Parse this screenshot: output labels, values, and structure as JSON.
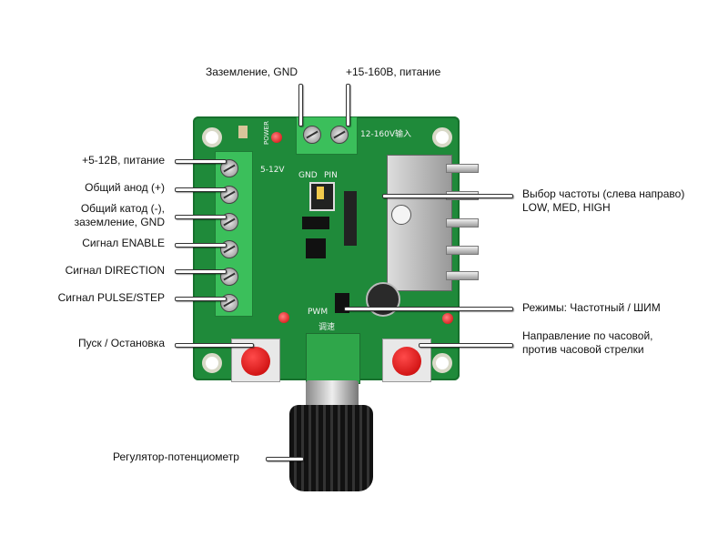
{
  "top_labels": {
    "gnd": "Заземление, GND",
    "power_high": "+15-160В, питание"
  },
  "left_labels": [
    "+5-12В, питание",
    "Общий анод (+)",
    "Общий катод (-),",
    "заземление, GND",
    "Сигнал ENABLE",
    "Сигнал DIRECTION",
    "Сигнал PULSE/STEP",
    "Пуск / Остановка"
  ],
  "right_labels": {
    "freq_line1": "Выбор частоты (слева направо)",
    "freq_line2": "LOW, MED, HIGH",
    "modes": "Режимы: Частотный / ШИМ",
    "direction_line1": "Направление по часовой,",
    "direction_line2": "против часовой стрелки"
  },
  "bottom_labels": {
    "pot": "Регулятор-потенциометр"
  },
  "board_silkscreen": {
    "hv_input": "12-160V输入",
    "lv_input": "5-12V",
    "gnd": "GND",
    "pin": "PIN",
    "speed": "调速",
    "pwm": "PWM",
    "power": "POWER"
  },
  "colors": {
    "pcb": "#1f8a3a",
    "button": "#d00000",
    "terminal": "#3bbf5b"
  }
}
